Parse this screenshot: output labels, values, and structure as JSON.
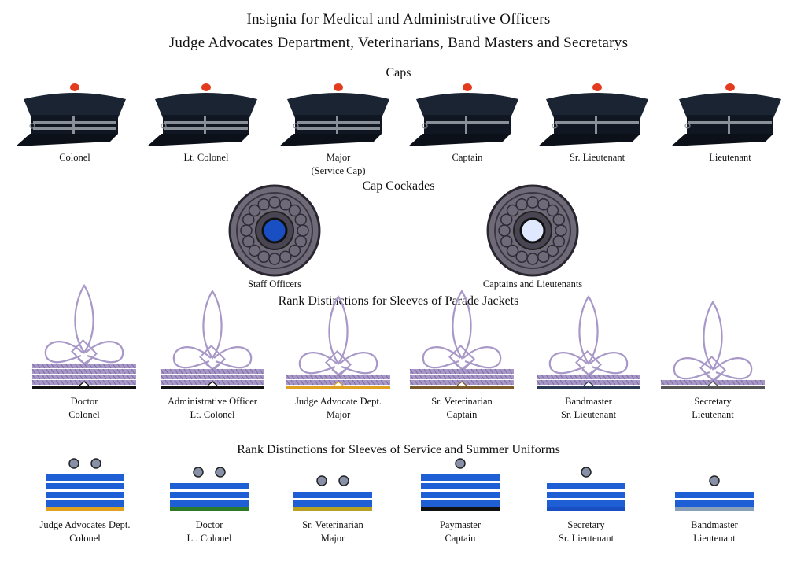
{
  "title": {
    "line1": "Insignia for Medical and Administrative Officers",
    "line2": "Judge Advocates Department, Veterinarians, Band Masters and Secretarys"
  },
  "sections": {
    "caps": "Caps",
    "cockades": "Cap Cockades",
    "parade": "Rank Distinctions for Sleeves of Parade Jackets",
    "service": "Rank Distinctions for Sleeves of Service and Summer Uniforms"
  },
  "caps": [
    {
      "line1": "Colonel",
      "line2": "",
      "bands": 2
    },
    {
      "line1": "Lt. Colonel",
      "line2": "",
      "bands": 2
    },
    {
      "line1": "Major",
      "line2": "(Service Cap)",
      "bands": 2
    },
    {
      "line1": "Captain",
      "line2": "",
      "bands": 1
    },
    {
      "line1": "Sr. Lieutenant",
      "line2": "",
      "bands": 1
    },
    {
      "line1": "Lieutenant",
      "line2": "",
      "bands": 1
    }
  ],
  "cockades": [
    {
      "label": "Staff Officers",
      "center_color": "#1a4fc4"
    },
    {
      "label": "Captains and Lieutenants",
      "center_color": "#dfe8ff"
    }
  ],
  "parade": [
    {
      "line1": "Doctor",
      "line2": "Colonel",
      "stripes": 4,
      "edge": "#111111"
    },
    {
      "line1": "Administrative Officer",
      "line2": "Lt. Colonel",
      "stripes": 3,
      "edge": "#111111"
    },
    {
      "line1": "Judge Advocate Dept.",
      "line2": "Major",
      "stripes": 2,
      "edge": "#e0a020"
    },
    {
      "line1": "Sr. Veterinarian",
      "line2": "Captain",
      "stripes": 3,
      "edge": "#7a5a2a"
    },
    {
      "line1": "Bandmaster",
      "line2": "Sr. Lieutenant",
      "stripes": 2,
      "edge": "#2a3a55"
    },
    {
      "line1": "Secretary",
      "line2": "Lieutenant",
      "stripes": 1,
      "edge": "#555555"
    }
  ],
  "service": [
    {
      "line1": "Judge Advocates Dept.",
      "line2": "Colonel",
      "dots": 2,
      "stripes": 4,
      "edge": "#e0a020"
    },
    {
      "line1": "Doctor",
      "line2": "Lt. Colonel",
      "dots": 2,
      "stripes": 3,
      "edge": "#2a7a2a"
    },
    {
      "line1": "Sr. Veterinarian",
      "line2": "Major",
      "dots": 2,
      "stripes": 2,
      "edge": "#b8a020"
    },
    {
      "line1": "Paymaster",
      "line2": "Captain",
      "dots": 1,
      "stripes": 4,
      "edge": "#111111"
    },
    {
      "line1": "Secretary",
      "line2": "Sr. Lieutenant",
      "dots": 1,
      "stripes": 3,
      "edge": "#1a4fc4"
    },
    {
      "line1": "Bandmaster",
      "line2": "Lieutenant",
      "dots": 1,
      "stripes": 2,
      "edge": "#8aa0b8"
    }
  ],
  "colors": {
    "cap_body": "#1b2432",
    "cap_button": "#e23b1e",
    "cap_band": "#8a8f98",
    "cockade_metal": "#6f6a78",
    "braid": "#a898c8",
    "stripe_blue": "#1f5fd6",
    "dot_fill": "#8890a8"
  }
}
